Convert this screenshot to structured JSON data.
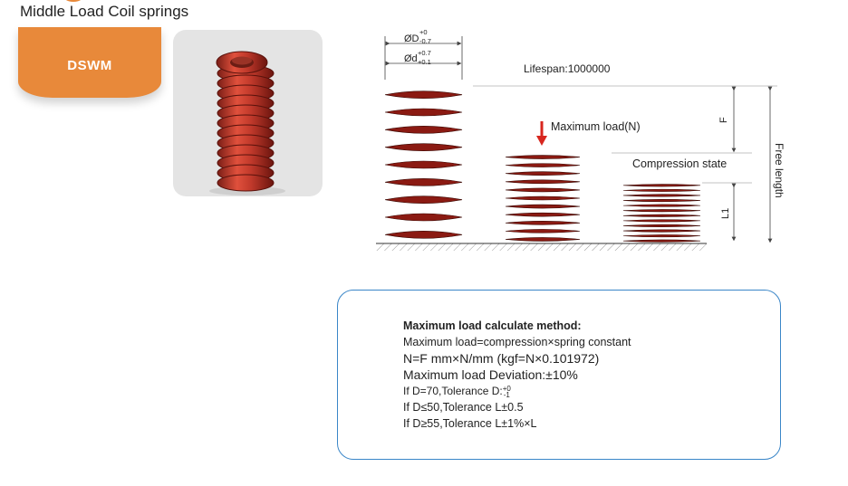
{
  "header": {
    "title": "Middle Load Coil springs"
  },
  "product": {
    "code": "DSWM",
    "color": "#e8893a"
  },
  "diagram": {
    "outer_dia_label": "ØD",
    "outer_tol_upper": "+0",
    "outer_tol_lower": "-0.7",
    "inner_dia_label": "Ød",
    "inner_tol_upper": "+0.7",
    "inner_tol_lower": "+0.1",
    "lifespan": "Lifespan:1000000",
    "max_load": "Maximum load(N)",
    "compression_state": "Compression state",
    "f_label": "F",
    "l1_label": "L1",
    "free_length": "Free length",
    "spring_color": "#8b1a12",
    "arrow_color": "#d7261e"
  },
  "info": {
    "heading": "Maximum load calculate method:",
    "line1": "Maximum load=compression×spring constant",
    "line2": "N=F mm×N/mm (kgf=N×0.101972)",
    "line3": "Maximum load Deviation:±10%",
    "line4_prefix": "If D=70,Tolerance D:",
    "line4_upper": "+0",
    "line4_lower": "-1",
    "line5": "If D≤50,Tolerance L±0.5",
    "line6": "If D≥55,Tolerance  L±1%×L",
    "border_color": "#3a86c8"
  }
}
